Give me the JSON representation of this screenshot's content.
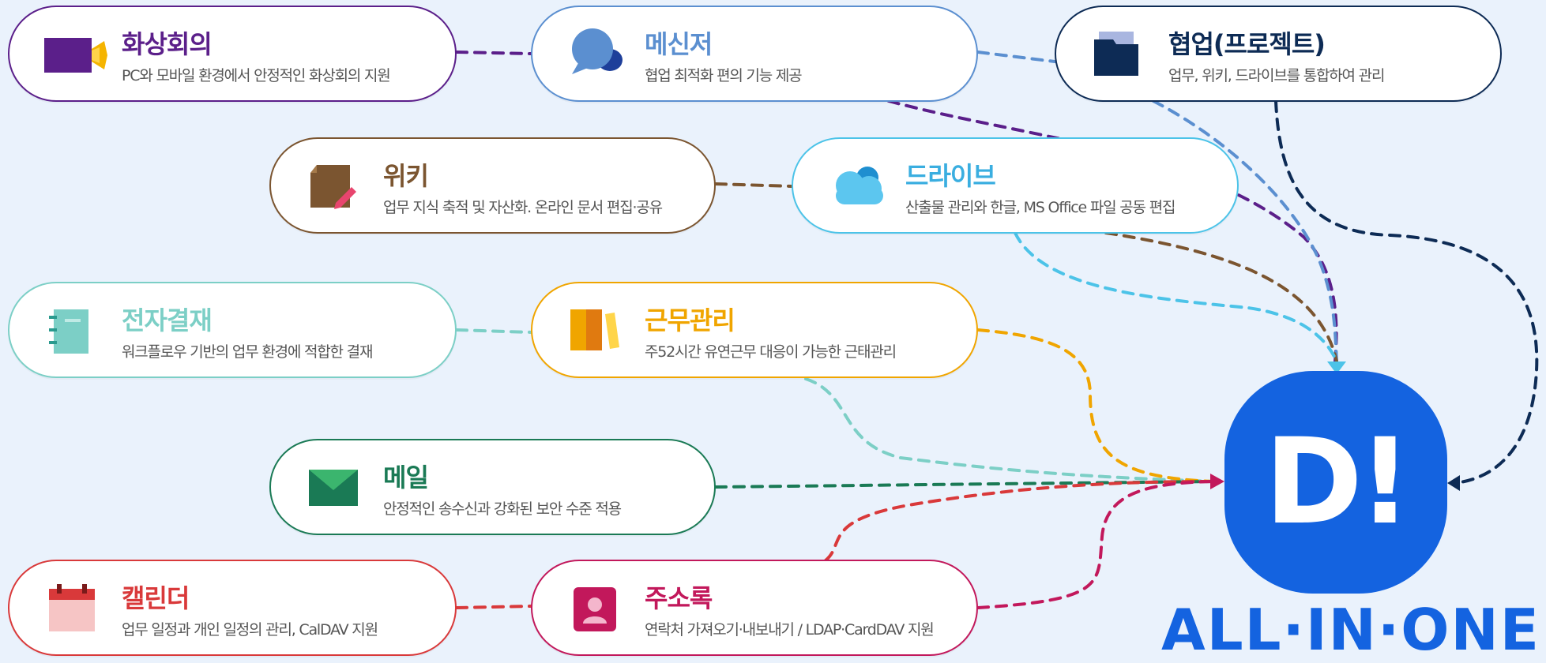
{
  "hub": {
    "logo": "D!",
    "tagline": "ALL·IN·ONE",
    "color": "#1463e0"
  },
  "cards": {
    "video": {
      "title": "화상회의",
      "desc": "PC와 모바일 환경에서 안정적인 화상회의 지원",
      "color": "#5b1f8a",
      "icon": "video-camera-icon"
    },
    "messenger": {
      "title": "메신저",
      "desc": "협업 최적화 편의 기능 제공",
      "color": "#5b8fd0",
      "icon": "chat-bubbles-icon"
    },
    "collab": {
      "title": "협업(프로젝트)",
      "desc": "업무, 위키, 드라이브를 통합하여 관리",
      "color": "#0d2b55",
      "icon": "folder-icon"
    },
    "wiki": {
      "title": "위키",
      "desc": "업무 지식 축적 및 자산화. 온라인 문서 편집·공유",
      "color": "#7b5530",
      "icon": "note-pencil-icon"
    },
    "drive": {
      "title": "드라이브",
      "desc": "산출물 관리와 한글, MS Office 파일 공동 편집",
      "color": "#3aaee0",
      "icon": "cloud-icon"
    },
    "approval": {
      "title": "전자결재",
      "desc": "워크플로우 기반의 업무 환경에 적합한 결재",
      "color": "#7ccfc6",
      "icon": "notebook-icon"
    },
    "attendance": {
      "title": "근무관리",
      "desc": "주52시간 유연근무 대응이 가능한 근태관리",
      "color": "#f0a500",
      "icon": "books-icon"
    },
    "mail": {
      "title": "메일",
      "desc": "안정적인 송수신과 강화된 보안 수준 적용",
      "color": "#1a7a55",
      "icon": "envelope-icon"
    },
    "calendar": {
      "title": "캘린더",
      "desc": "업무 일정과 개인 일정의 관리, CalDAV 지원",
      "color": "#d9393a",
      "icon": "calendar-icon"
    },
    "contacts": {
      "title": "주소록",
      "desc": "연락처 가져오기·내보내기 / LDAP·CardDAV 지원",
      "color": "#c2185b",
      "icon": "contact-card-icon"
    }
  }
}
